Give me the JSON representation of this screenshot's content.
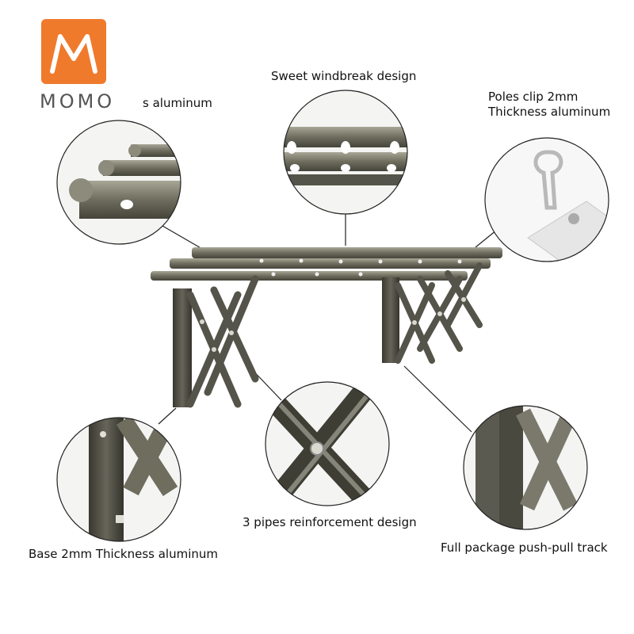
{
  "brand": {
    "name": "MOMO",
    "accent_color": "#f07a2c"
  },
  "callouts": {
    "top_left": "s aluminum",
    "top_center": "Sweet windbreak design",
    "top_right_line1": "Poles clip 2mm",
    "top_right_line2": "Thickness aluminum",
    "bottom_left": "Base 2mm Thickness aluminum",
    "bottom_center": "3 pipes reinforcement design",
    "bottom_right": "Full package push-pull track"
  },
  "colors": {
    "metal": "#6b6a5c",
    "metal_light": "#9c9b8c",
    "metal_dark": "#3e3d34"
  }
}
